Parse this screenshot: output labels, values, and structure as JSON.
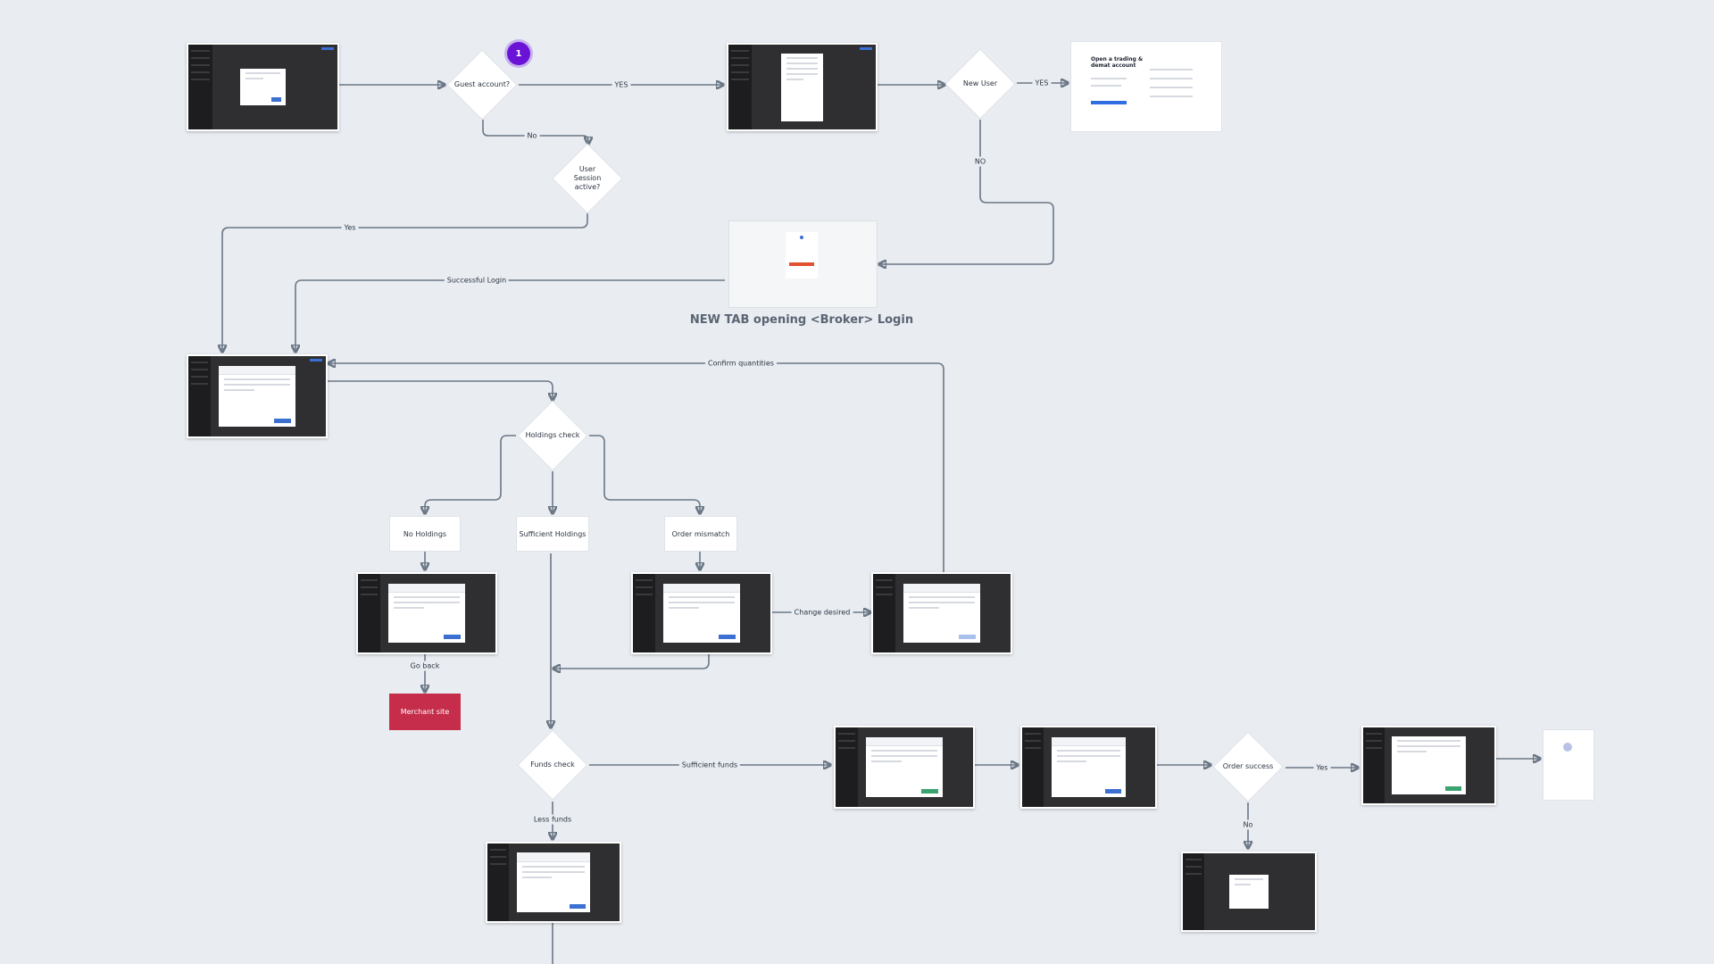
{
  "decisions": {
    "guest_account": "Guest account?",
    "new_user": "New User",
    "user_session": "User Session active?",
    "holdings_check": "Holdings check",
    "funds_check": "Funds check",
    "order_success": "Order success"
  },
  "boxes": {
    "no_holdings": "No Holdings",
    "sufficient_holdings": "Sufficient Holdings",
    "order_mismatch": "Order mismatch",
    "merchant_site": "Merchant site"
  },
  "edge_labels": {
    "guest_yes": "YES",
    "guest_no": "No",
    "new_user_yes": "YES",
    "new_user_no": "NO",
    "session_yes": "Yes",
    "successful_login": "Successful Login",
    "confirm_quantities": "Confirm quantities",
    "change_desired": "Change desired",
    "go_back": "Go back",
    "sufficient_funds": "Sufficient funds",
    "less_funds": "Less funds",
    "order_yes": "Yes",
    "order_no": "No"
  },
  "captions": {
    "broker_login": "NEW TAB opening <Broker> Login"
  },
  "badge": "1",
  "signup_page": {
    "title": "Open a trading & demat account"
  },
  "colors": {
    "background": "#e9edf2",
    "connector": "#6b7785",
    "merchant_site": "#c52d4b",
    "badge": "#6a12d6",
    "primary_button": "#3b6fd1"
  }
}
